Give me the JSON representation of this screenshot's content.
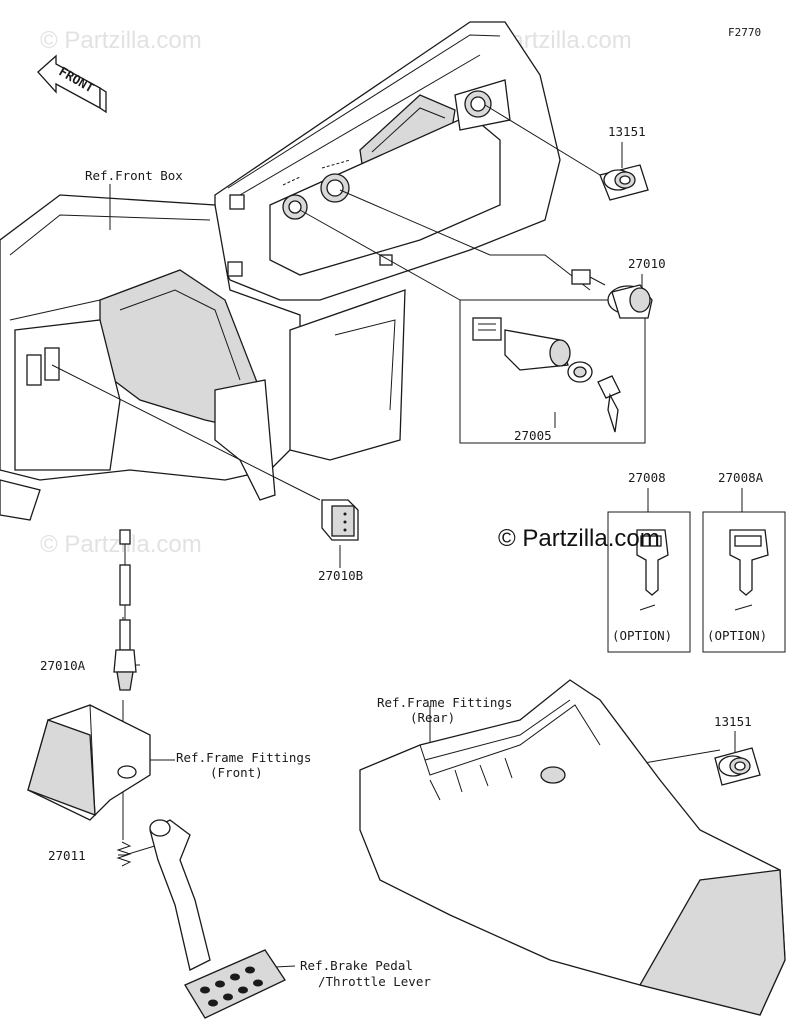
{
  "figure_code": "F2770",
  "watermarks": [
    "© Partzilla.com",
    "© Partzilla.com",
    "© Partzilla.com"
  ],
  "watermark_main": "© Partzilla.com",
  "front_arrow": "FRONT",
  "refs": {
    "front_box": "Ref.Front Box",
    "frame_front_1": "Ref.Frame Fittings",
    "frame_front_2": "(Front)",
    "frame_rear_1": "Ref.Frame Fittings",
    "frame_rear_2": "(Rear)",
    "brake_1": "Ref.Brake Pedal",
    "brake_2": "/Throttle Lever"
  },
  "parts": {
    "p13151_top": "13151",
    "p27010": "27010",
    "p27005": "27005",
    "p27008": "27008",
    "p27008a": "27008A",
    "p27010b": "27010B",
    "p27010a": "27010A",
    "p27011": "27011",
    "p13151_bottom": "13151"
  },
  "option_label": "(OPTION)",
  "option_label_2": "(OPTION)"
}
